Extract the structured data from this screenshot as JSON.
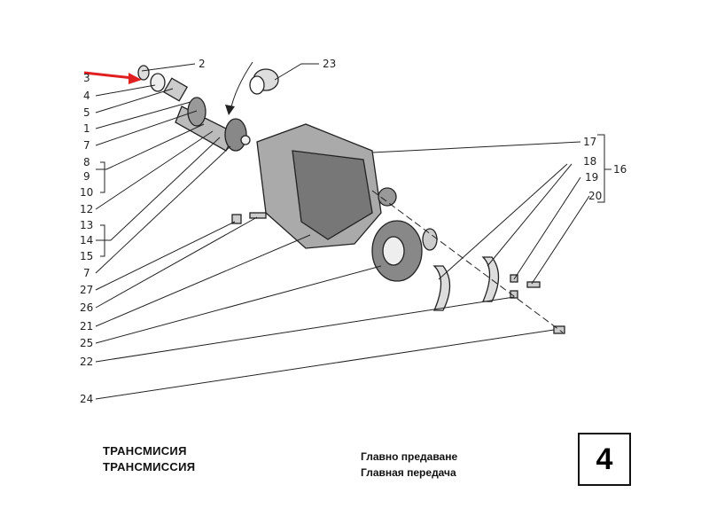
{
  "diagram": {
    "callouts_left": [
      "2",
      "3",
      "4",
      "5",
      "1",
      "7",
      "8",
      "9",
      "10",
      "12",
      "13",
      "14",
      "15",
      "7",
      "27",
      "26",
      "21",
      "25",
      "22",
      "24"
    ],
    "callouts_right": [
      "23",
      "17",
      "18",
      "16",
      "19",
      "20"
    ]
  },
  "footer": {
    "section_bg": "ТРАНСМИСИЯ",
    "section_ru": "ТРАНСМИССИЯ",
    "subtitle_bg": "Главно предаване",
    "subtitle_ru": "Главная передача",
    "page_number": "4"
  },
  "colors": {
    "arrow": "#e02020",
    "ink": "#222222"
  }
}
